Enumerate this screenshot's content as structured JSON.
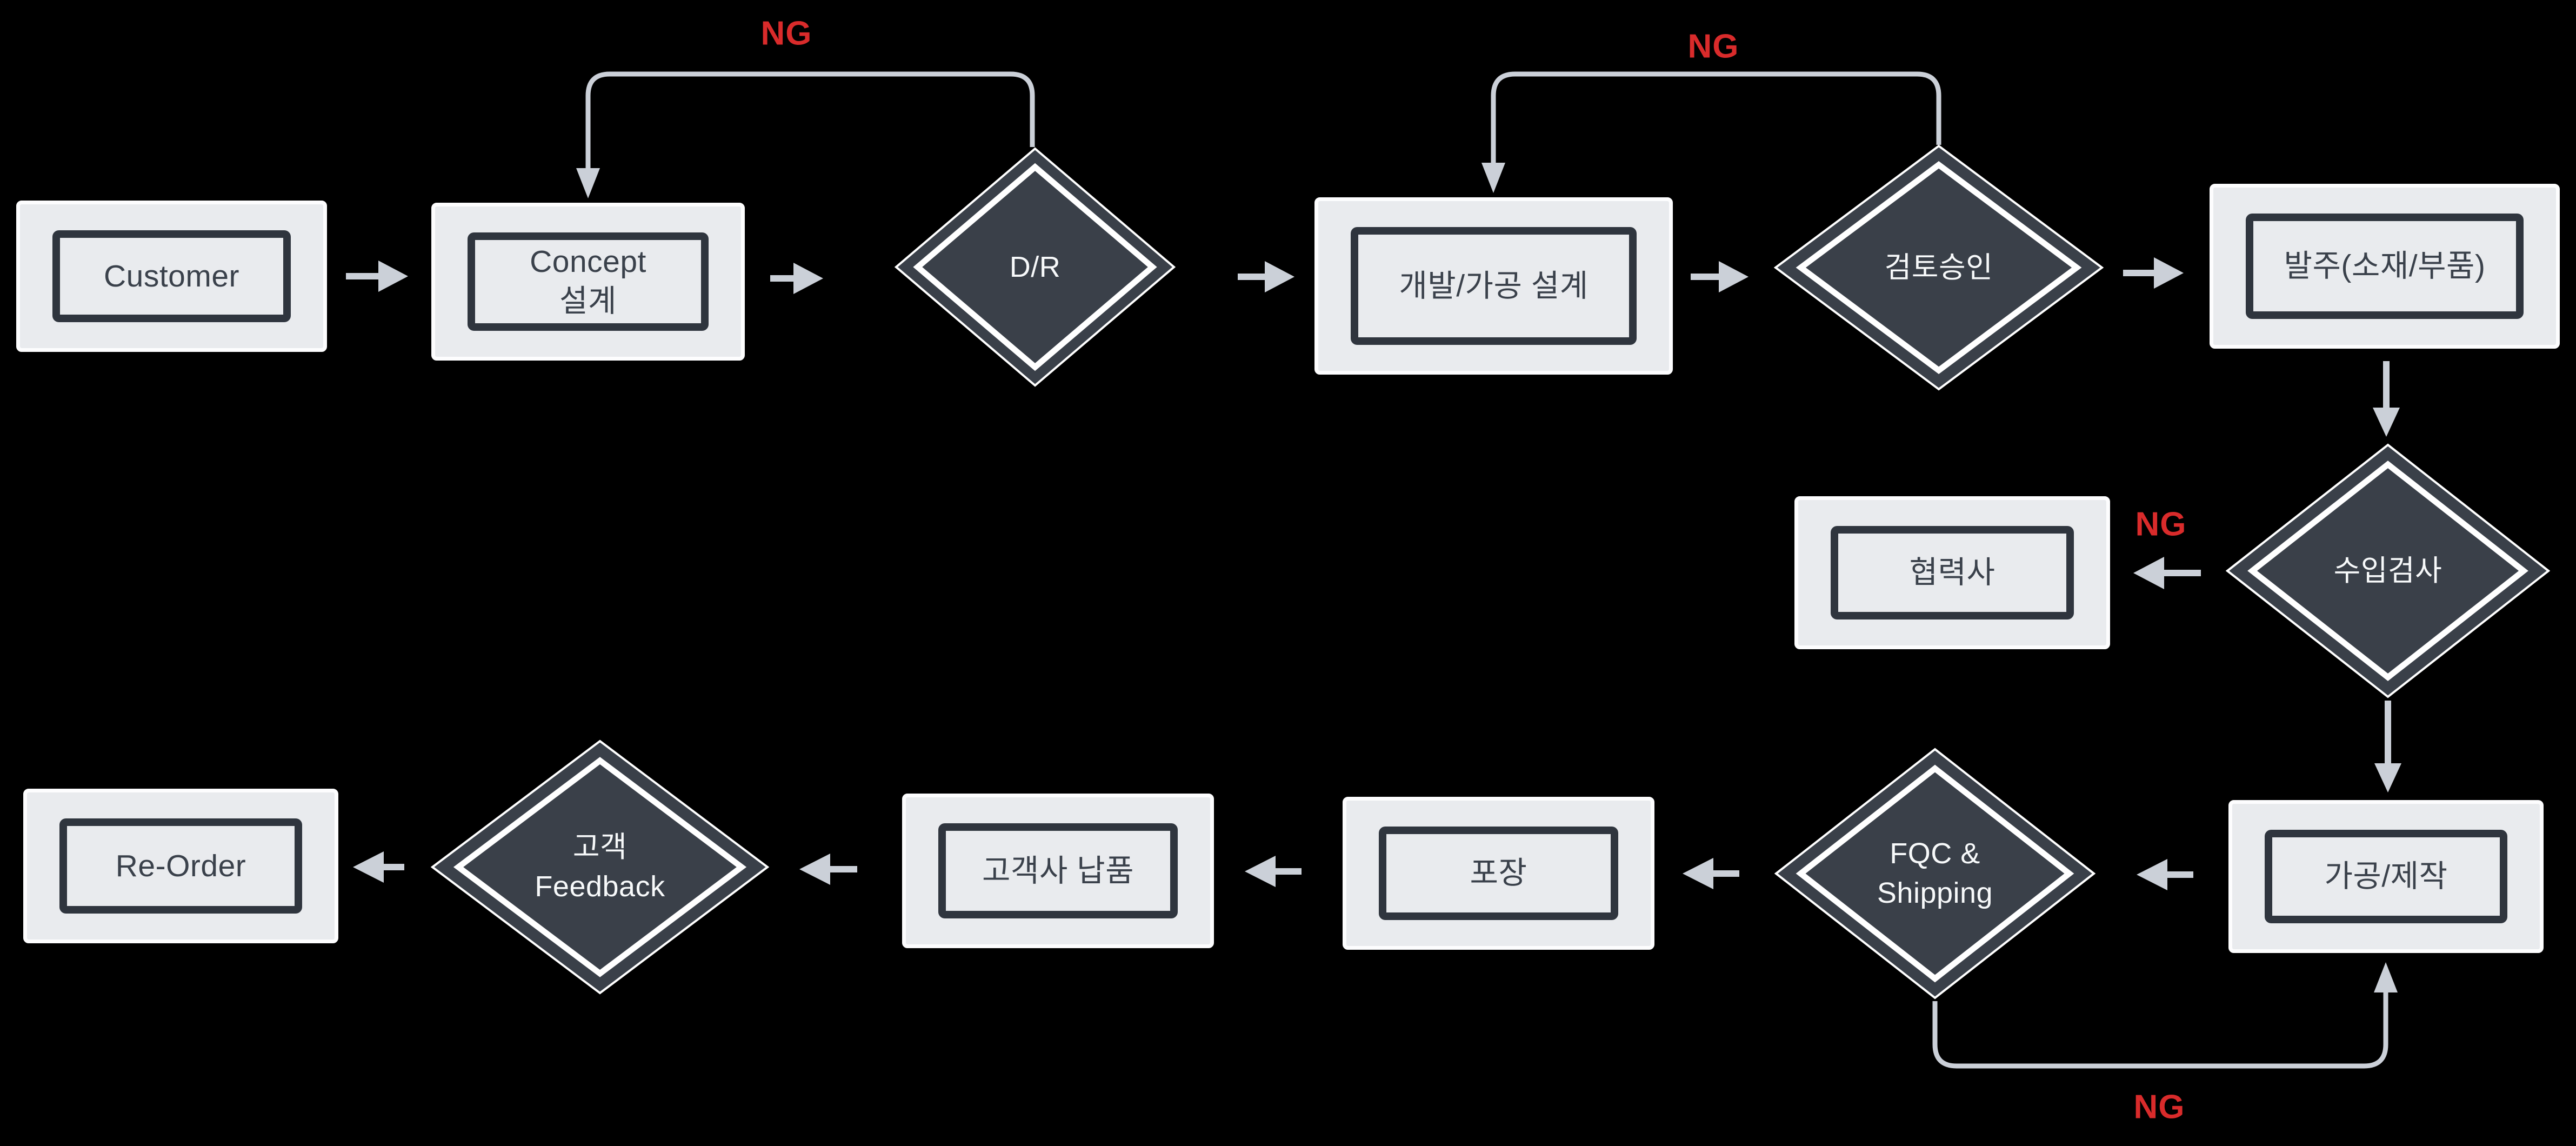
{
  "diagram_title": "Manufacturing process flowchart",
  "colors": {
    "background": "#000000",
    "box_fill": "#E9EBEE",
    "box_outer_border": "#FDFDFE",
    "box_inner_border": "#2F353E",
    "box_text": "#3A414B",
    "diamond_fill": "#3A4049",
    "diamond_outline": "#FFFFFF",
    "diamond_text": "#F7F9FA",
    "arrow": "#CBD0D8",
    "ng_text": "#D92B2B"
  },
  "nodes": {
    "customer": {
      "type": "process",
      "label": "Customer"
    },
    "concept_design": {
      "type": "process",
      "label": "Concept\n설계"
    },
    "dr": {
      "type": "decision",
      "label": "D/R"
    },
    "dev_design": {
      "type": "process",
      "label": "개발/가공 설계"
    },
    "review_approval": {
      "type": "decision",
      "label": "검토승인"
    },
    "order_materials": {
      "type": "process",
      "label": "발주(소재/부품)"
    },
    "supplier": {
      "type": "process",
      "label": "협력사"
    },
    "incoming_inspection": {
      "type": "decision",
      "label": "수입검사"
    },
    "processing": {
      "type": "process",
      "label": "가공/제작"
    },
    "fqc_shipping": {
      "type": "decision",
      "label": "FQC &\nShipping"
    },
    "packing": {
      "type": "process",
      "label": "포장"
    },
    "customer_delivery": {
      "type": "process",
      "label": "고객사 납품"
    },
    "customer_feedback": {
      "type": "decision",
      "label": "고객\nFeedback"
    },
    "reorder": {
      "type": "process",
      "label": "Re-Order"
    }
  },
  "ng_labels": {
    "top_left": "NG",
    "top_right": "NG",
    "middle": "NG",
    "bottom": "NG"
  }
}
